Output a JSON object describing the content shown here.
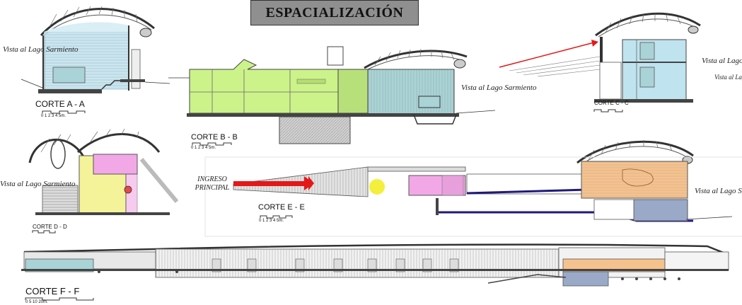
{
  "title": "ESPACIALIZACIÓN",
  "colors": {
    "light_blue": "#bfe3ef",
    "teal": "#a9d3d6",
    "light_green": "#ccf28a",
    "light_yellow": "#f4f39a",
    "pink": "#f2a8e6",
    "orange": "#f5c28e",
    "navy": "#1f1a7a",
    "arrow_red": "#e41818",
    "slate_blue": "#9aa9c8",
    "sun_yellow": "#f3ef3c"
  },
  "sections": {
    "a": {
      "label": "CORTE A - A",
      "view": "Vista al Lago Sarmiento",
      "scale": "0 1 2 3 4 5m."
    },
    "b": {
      "label": "CORTE B - B",
      "view": "Vista al Lago Sarmiento",
      "scale": "0 1 2 3 4 5m."
    },
    "c": {
      "label": "CORTE C - C",
      "view": "Vista al Lago Sarmiento",
      "view_overlap": "Vista al Lago Sarmiento"
    },
    "d": {
      "label": "CORTE D - D",
      "view": "Vista al Lago Sarmiento"
    },
    "e": {
      "label": "CORTE E - E",
      "entry": "INGRESO PRINCIPAL",
      "view": "Vista al Lago Sarmiento",
      "scale": "0 1 2 3 4 5m."
    },
    "f": {
      "label": "CORTE F - F",
      "scale": "0 5 10 20m."
    }
  }
}
